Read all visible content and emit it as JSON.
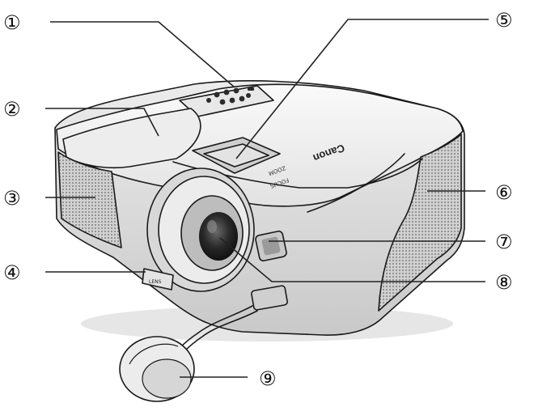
{
  "diagram": {
    "subject": "projector",
    "brand_mark": "Canon",
    "lens_ring_labels": [
      "ZOOM",
      "FOCUS"
    ],
    "foot_release_label": "LENS",
    "callouts": [
      {
        "id": 1,
        "symbol": "①"
      },
      {
        "id": 2,
        "symbol": "②"
      },
      {
        "id": 3,
        "symbol": "③"
      },
      {
        "id": 4,
        "symbol": "④"
      },
      {
        "id": 5,
        "symbol": "⑤"
      },
      {
        "id": 6,
        "symbol": "⑥"
      },
      {
        "id": 7,
        "symbol": "⑦"
      },
      {
        "id": 8,
        "symbol": "⑧"
      },
      {
        "id": 9,
        "symbol": "⑨"
      }
    ]
  },
  "colors": {
    "outline": "#1a1a1a",
    "body_light": "#f4f4f4",
    "body_mid": "#dcdcdc",
    "body_dark": "#b9b9b9",
    "vent": "#9a9a9a",
    "lens_dark": "#222222"
  }
}
